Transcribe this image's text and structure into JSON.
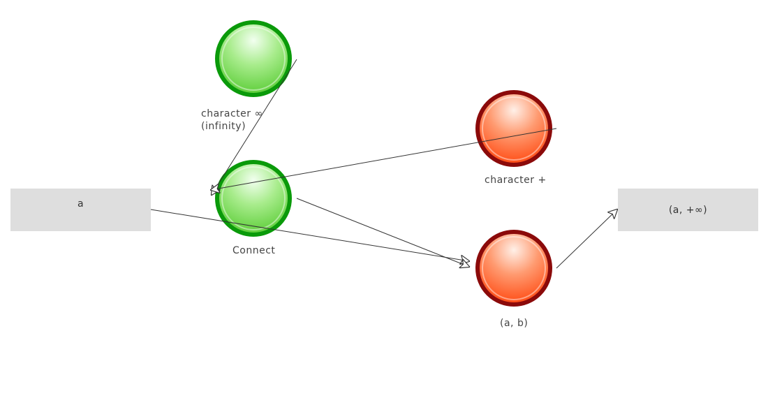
{
  "nodes": {
    "infinity": {
      "label_line1": "character ∞",
      "label_line2": "(infinity)",
      "color": "#0a9a0a",
      "fill": "#6ed94a"
    },
    "connect": {
      "label": "Connect",
      "color": "#0a9a0a",
      "fill": "#6ed94a"
    },
    "plus": {
      "label": "character +",
      "color": "#8b0a0a",
      "fill": "#ff5522"
    },
    "interval_ab": {
      "label": "(a, b)",
      "color": "#8b0a0a",
      "fill": "#ff5522"
    }
  },
  "boxes": {
    "input_a": {
      "label": "a",
      "color": "#dedede"
    },
    "result": {
      "label": "(a, +∞)",
      "color": "#dedede"
    }
  },
  "edges": [
    {
      "from": "character ∞ (infinity)",
      "to": "Connect"
    },
    {
      "from": "character +",
      "to": "Connect"
    },
    {
      "from": "a",
      "to": "(a, b)"
    },
    {
      "from": "Connect",
      "to": "(a, b)"
    },
    {
      "from": "(a, b)",
      "to": "(a, +∞)"
    }
  ]
}
